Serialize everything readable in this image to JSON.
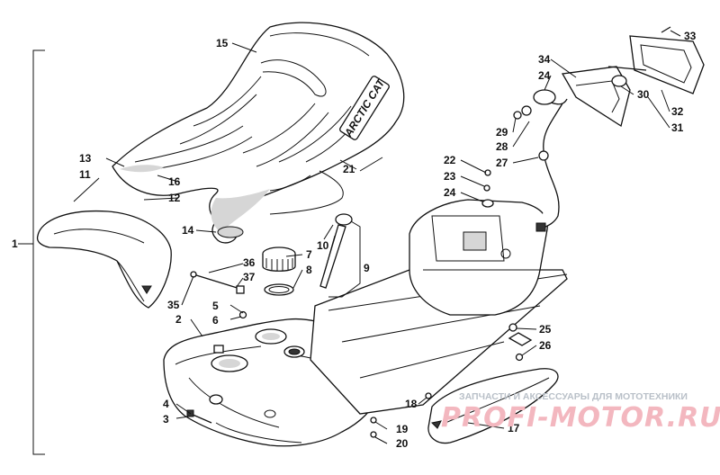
{
  "diagram": {
    "callouts": [
      "1",
      "2",
      "3",
      "4",
      "5",
      "6",
      "7",
      "8",
      "9",
      "10",
      "11",
      "12",
      "13",
      "14",
      "15",
      "16",
      "17",
      "18",
      "19",
      "20",
      "21",
      "22",
      "23",
      "24",
      "24",
      "25",
      "26",
      "27",
      "28",
      "29",
      "30",
      "31",
      "32",
      "33",
      "34",
      "35",
      "36",
      "37"
    ],
    "seat_logo": "ARCTIC CAT"
  },
  "watermark": {
    "caption": "ЗАПЧАСТИ И АКСЕССУАРЫ ДЛЯ МОТОТЕХНИКИ",
    "brand": "PROFI-MOTOR.RU"
  }
}
